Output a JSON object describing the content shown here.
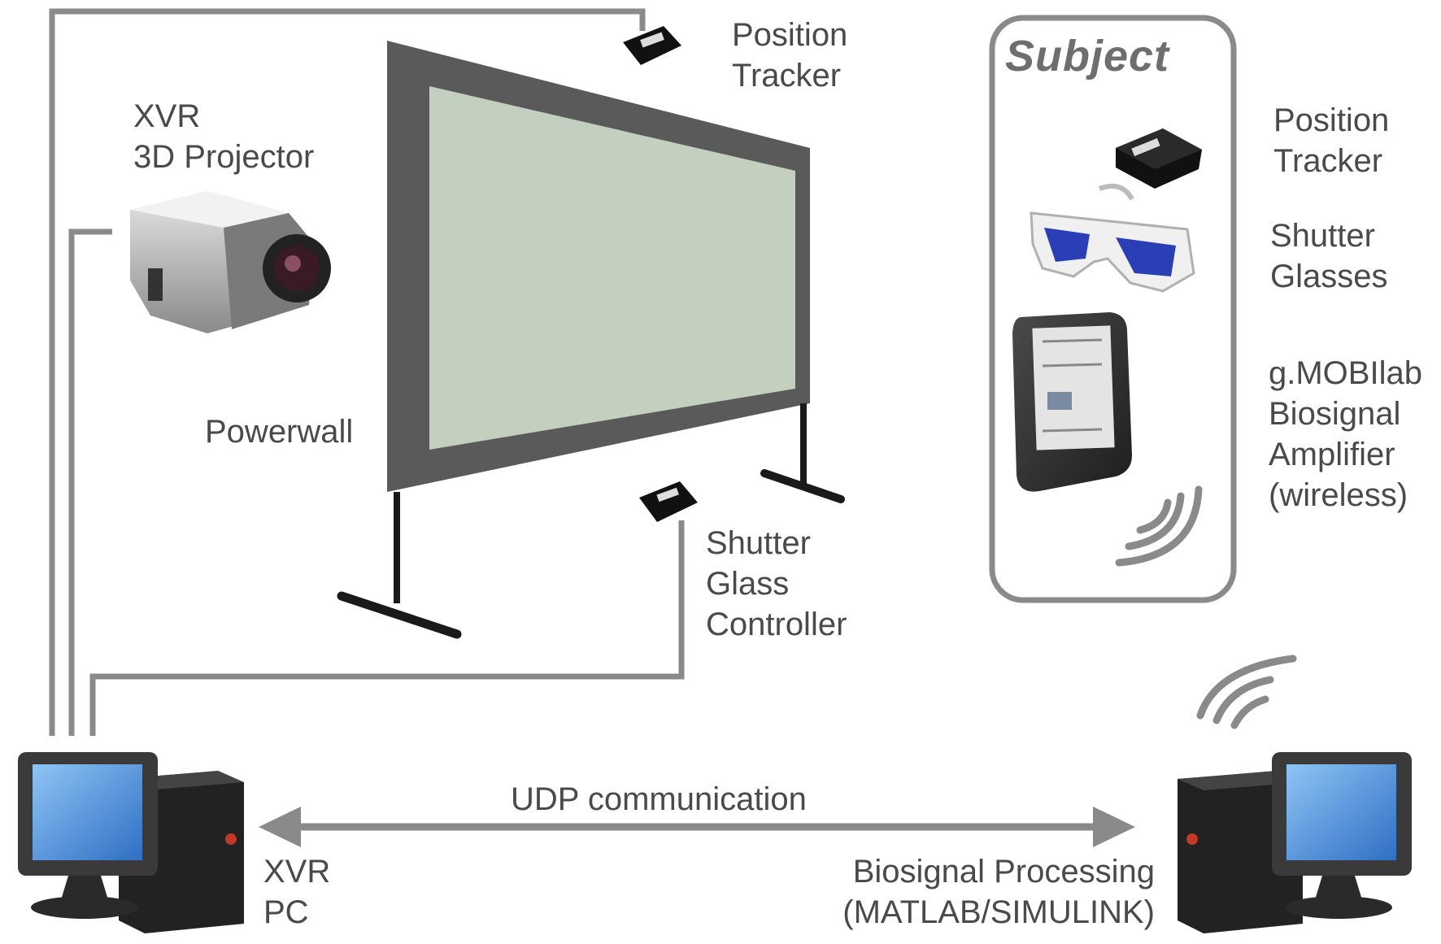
{
  "labels": {
    "position_tracker_top": [
      "Position",
      "Tracker"
    ],
    "xvr_projector": [
      "XVR",
      "3D Projector"
    ],
    "powerwall": "Powerwall",
    "shutter_glass_controller": [
      "Shutter",
      "Glass",
      "Controller"
    ],
    "subject_title": "Subject",
    "position_tracker_subject": [
      "Position",
      "Tracker"
    ],
    "shutter_glasses": [
      "Shutter",
      "Glasses"
    ],
    "amplifier": [
      "g.MOBIlab",
      "Biosignal",
      "Amplifier",
      "(wireless)"
    ],
    "udp": "UDP communication",
    "xvr_pc": [
      "XVR",
      "PC"
    ],
    "biosignal_processing": [
      "Biosignal Processing",
      "(MATLAB/SIMULINK)"
    ]
  },
  "colors": {
    "line": "#8a8a8a",
    "frame": "#5a5a5a",
    "screen": "#c3cfbf",
    "text": "#4a4a4a",
    "monitor_blue": "#3b86d6",
    "lens_blue": "#2a3fb5"
  }
}
